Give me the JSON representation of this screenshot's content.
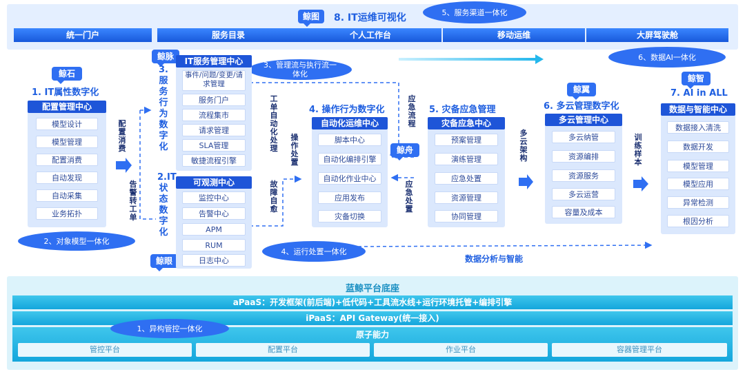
{
  "top": {
    "tag": "鲸图",
    "title": "8. IT运维可视化",
    "channel_oval": "5、服务渠道一体化",
    "tabs": [
      "统一门户",
      "服务目录",
      "个人工作台",
      "移动运维",
      "大屏驾驶舱"
    ]
  },
  "ovals": {
    "data_ai": "6、数据AI一体化",
    "mgmt_exec": "3、管理流与执行流一体化",
    "object_model": "2、对象模型一体化",
    "ops_handling": "4、运行处置一体化",
    "hetero": "1、异构管控一体化"
  },
  "col1": {
    "tag": "鲸石",
    "title": "1. IT属性数字化",
    "header": "配置管理中心",
    "items": [
      "模型设计",
      "模型管理",
      "配置消费",
      "自动发现",
      "自动采集",
      "业务拓扑"
    ]
  },
  "link_config": "配置消费",
  "link_alarm": "告警转工单",
  "col2": {
    "tag_top": "鲸脉",
    "vtitle_service": "3.服务行为数字化",
    "service_header": "IT服务管理中心",
    "service_items": [
      "事件/问题/变更/请求管理",
      "服务门户",
      "流程集市",
      "请求管理",
      "SLA管理",
      "敏捷流程引擎"
    ],
    "vtitle_state": "2.IT状态数字化",
    "obs_header": "可观测中心",
    "obs_items": [
      "监控中心",
      "告警中心",
      "APM",
      "RUM",
      "日志中心"
    ],
    "tag_bottom": "鲸眼"
  },
  "link_ticket": "工单自动化处理",
  "link_op": "操作处置",
  "link_fault": "故障自愈",
  "col4": {
    "title": "4. 操作行为数字化",
    "header": "自动化运维中心",
    "items": [
      "脚本中心",
      "自动化编排引擎",
      "自动化作业中心",
      "应用发布",
      "灾备切换"
    ]
  },
  "link_emergency_flow": "应急流程",
  "link_emergency_handle": "应急处置",
  "col5": {
    "tag": "鲸舟",
    "title": "5. 灾备应急管理",
    "header": "灾备应急中心",
    "items": [
      "预案管理",
      "演练管理",
      "应急处置",
      "资源管理",
      "协同管理"
    ]
  },
  "link_multicloud": "多云架构",
  "col6": {
    "tag": "鲸翼",
    "title": "6. 多云管理数字化",
    "header": "多云管理中心",
    "items": [
      "多云纳管",
      "资源编排",
      "资源服务",
      "多云运营",
      "容量及成本"
    ]
  },
  "link_train": "训练样本",
  "col7": {
    "tag": "鲸智",
    "title": "7. AI in ALL",
    "header": "数据与智能中心",
    "items": [
      "数据接入清洗",
      "数据开发",
      "模型管理",
      "模型应用",
      "异常检测",
      "根因分析"
    ]
  },
  "data_ai_label": "数据分析与智能",
  "bottom": {
    "title": "蓝鲸平台底座",
    "paas_a": "aPaaS：开发框架(前后端)+低代码+工具流水线+运行环境托管+编排引擎",
    "paas_i": "iPaaS：API Gateway(统一接入)",
    "atomic": "原子能力",
    "platforms": [
      "管控平台",
      "配置平台",
      "作业平台",
      "容器管理平台"
    ]
  }
}
